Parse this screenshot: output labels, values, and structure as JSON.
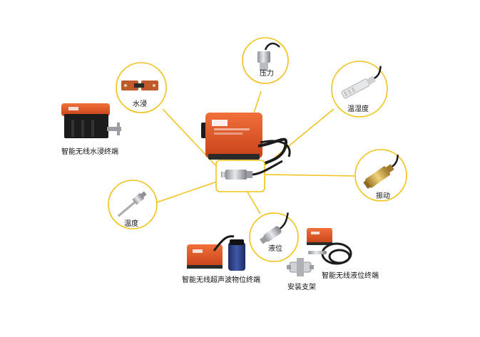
{
  "hub_label": "",
  "sensors": {
    "pressure": "压力",
    "water_immersion": "水浸",
    "temp_humidity": "温湿度",
    "vibration": "振动",
    "temperature": "温度",
    "liquid_level": "液位"
  },
  "terminals": {
    "water_immersion_terminal": "智能无线水浸终端",
    "ultrasonic_level_terminal": "智能无线超声波物位终端",
    "mounting_bracket": "安装支架",
    "liquid_level_terminal": "智能无线液位终端"
  },
  "colors": {
    "accent_ring": "#f2c21a",
    "device_orange": "#e2531f",
    "device_black": "#1c1c1c",
    "steel": "#b9bcc0",
    "brass": "#d6a84a",
    "blue_sensor": "#2c3f86"
  }
}
